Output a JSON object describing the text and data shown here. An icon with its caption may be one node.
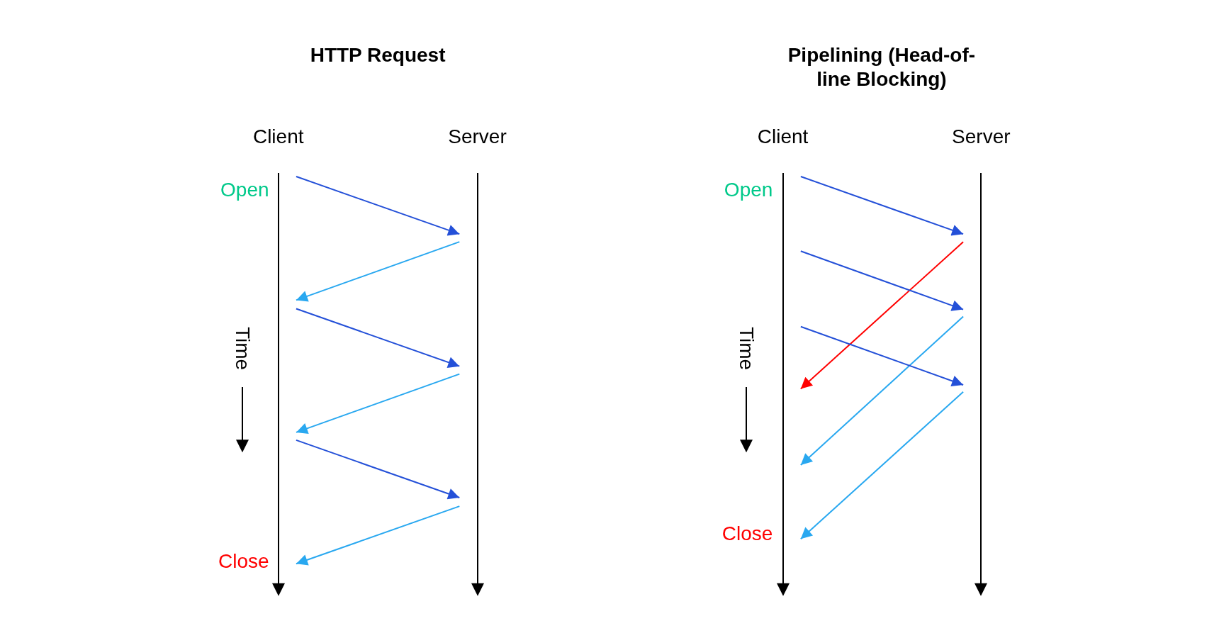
{
  "diagram": {
    "nodes": [
      {
        "text": [
          "Client"
        ]
      },
      {
        "text": [
          "Server"
        ]
      },
      {
        "text": [
          "Client"
        ]
      },
      {
        "text": [
          "Server"
        ]
      }
    ],
    "edges": [
      {
        "from": 0,
        "to": 1,
        "arrow": "to"
      },
      {
        "from": 1,
        "to": 0,
        "arrow": "to",
        "color": "#29a8f0"
      },
      {
        "from": 0,
        "to": 1,
        "arrow": "to"
      },
      {
        "from": 1,
        "to": 0,
        "arrow": "to",
        "color": "#29a8f0"
      },
      {
        "from": 0,
        "to": 1,
        "arrow": "to"
      },
      {
        "from": 1,
        "to": 0,
        "arrow": "to",
        "color": "#29a8f0"
      },
      {
        "from": 2,
        "to": 3,
        "arrow": "to"
      },
      {
        "from": 3,
        "to": 2,
        "arrow": "to",
        "color": "#ff0000"
      },
      {
        "from": 2,
        "to": 3,
        "arrow": "to"
      },
      {
        "from": 3,
        "to": 2,
        "arrow": "to",
        "color": "#29a8f0"
      },
      {
        "from": 2,
        "to": 3,
        "arrow": "to"
      },
      {
        "from": 3,
        "to": 2,
        "arrow": "to",
        "color": "#29a8f0"
      }
    ],
    "labels": [
      "HTTP Request",
      "Pipelining (Head-of-line Blocking)",
      "Open",
      "Time",
      "Close",
      "Open",
      "Time",
      "Close"
    ]
  }
}
